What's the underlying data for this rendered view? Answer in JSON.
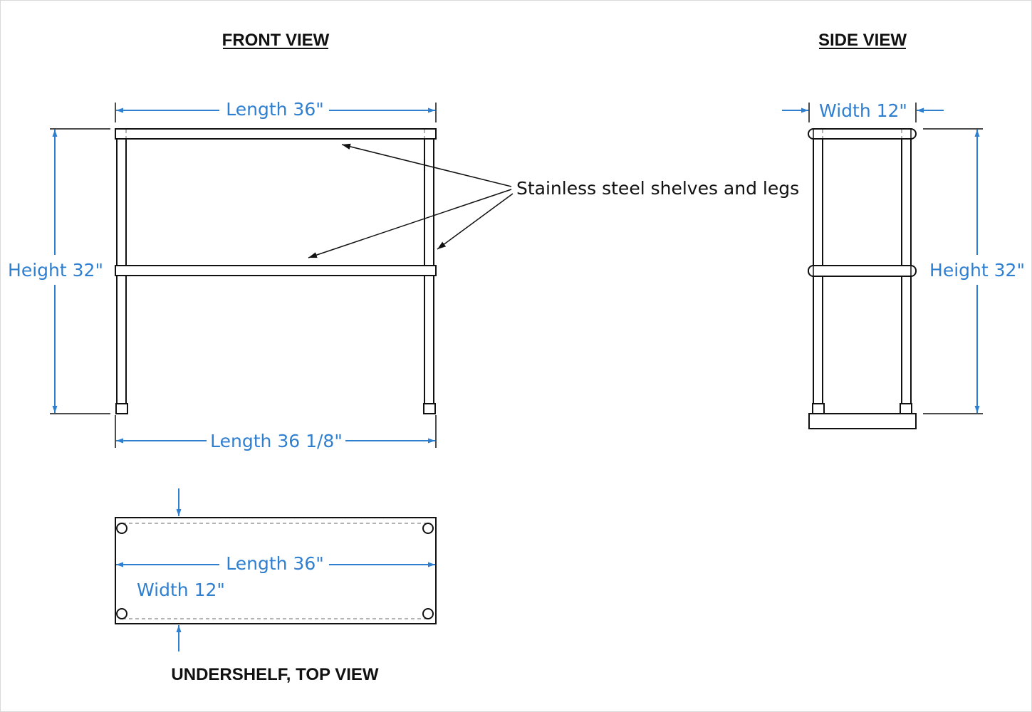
{
  "views": {
    "front_title": "FRONT VIEW",
    "side_title": "SIDE VIEW",
    "top_title": "UNDERSHELF, TOP VIEW"
  },
  "dimensions": {
    "front_length_top": "Length 36\"",
    "front_height": "Height 32\"",
    "front_length_bottom": "Length 36 1/8\"",
    "side_width": "Width 12\"",
    "side_height": "Height 32\"",
    "top_length": "Length 36\"",
    "top_width": "Width 12\""
  },
  "callout": {
    "text": "Stainless steel shelves and legs"
  },
  "colors": {
    "dimension": "#2f7fd1",
    "line": "#111111"
  }
}
